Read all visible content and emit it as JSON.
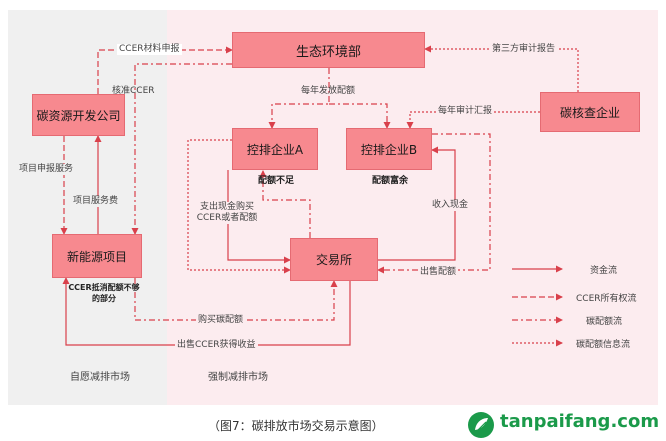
{
  "nodes": {
    "env_dept": "生态环境部",
    "carbon_dev": "碳资源开发公司",
    "verifier": "碳核查企业",
    "firm_a": "控排企业A",
    "firm_b": "控排企业B",
    "exchange": "交易所",
    "new_energy": "新能源项目"
  },
  "notes": {
    "firm_a_note": "配额不足",
    "firm_b_note": "配额富余",
    "new_energy_note": "CCER抵消配额不够的部分"
  },
  "edges": {
    "ccer_materials": "CCER材料申报",
    "approve_ccer": "核准CCER",
    "third_party_audit": "第三方审计报告",
    "annual_allocation": "每年发放配额",
    "annual_audit": "每年审计汇报",
    "project_application": "项目申报服务",
    "project_fee": "项目服务费",
    "pay_cash": "支出现金购买CCER或者配额",
    "receive_cash": "收入现金",
    "sell_allowance": "出售配额",
    "buy_allowance": "购买碳配额",
    "sell_ccer": "出售CCER获得收益"
  },
  "markets": {
    "voluntary": "自愿减排市场",
    "mandatory": "强制减排市场"
  },
  "legend": {
    "capital": "资金流",
    "ccer_ownership": "CCER所有权流",
    "allowance": "碳配额流",
    "allowance_info": "碳配额信息流"
  },
  "caption": "（图7：碳排放市场交易示意图）",
  "watermark": "tanpaifang.com",
  "colors": {
    "box": "#f7898f",
    "arrow": "#d9404b",
    "panel_left": "#f0f0f0",
    "panel_right": "#fcecef",
    "brand": "#1b9a4a"
  }
}
